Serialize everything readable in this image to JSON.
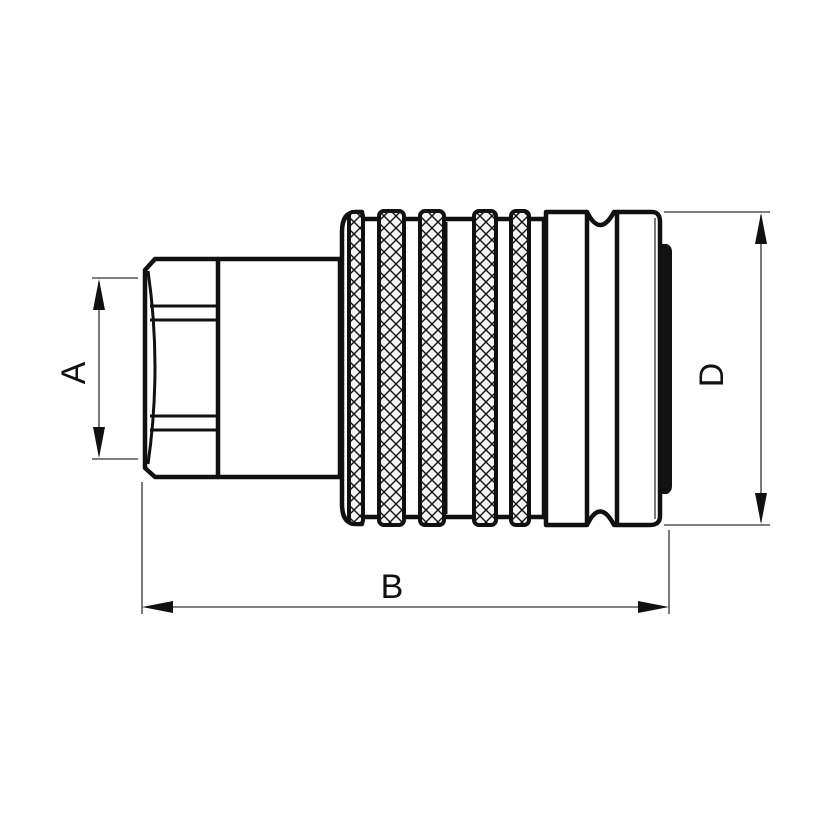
{
  "drawing": {
    "subject": "Quick coupling (female, threaded port) – side view technical drawing",
    "line_color": "#111111",
    "background_color": "#ffffff"
  },
  "dimensions": {
    "a": {
      "label": "A",
      "meaning": "thread / hex port size",
      "orientation": "vertical"
    },
    "b": {
      "label": "B",
      "meaning": "overall length",
      "orientation": "horizontal"
    },
    "d": {
      "label": "D",
      "meaning": "outer diameter",
      "orientation": "vertical"
    }
  },
  "parts": {
    "hex_body": "hexagon threaded end",
    "body_tube": "cylindrical body",
    "sleeve": "knurled locking sleeve",
    "knurled_bands": 5,
    "groove_collar": "collar with release groove",
    "seal_face": "front seal face"
  }
}
